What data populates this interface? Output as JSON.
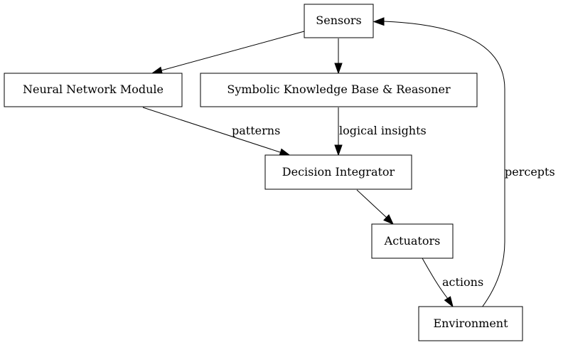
{
  "nodes": {
    "sensors": "Sensors",
    "neural_network_module": "Neural Network Module",
    "symbolic_kb_reasoner": "Symbolic Knowledge Base & Reasoner",
    "decision_integrator": "Decision Integrator",
    "actuators": "Actuators",
    "environment": "Environment"
  },
  "edges": [
    {
      "from": "sensors",
      "to": "neural_network_module",
      "label": ""
    },
    {
      "from": "sensors",
      "to": "symbolic_kb_reasoner",
      "label": ""
    },
    {
      "from": "neural_network_module",
      "to": "decision_integrator",
      "label": "patterns"
    },
    {
      "from": "symbolic_kb_reasoner",
      "to": "decision_integrator",
      "label": "logical insights"
    },
    {
      "from": "decision_integrator",
      "to": "actuators",
      "label": ""
    },
    {
      "from": "actuators",
      "to": "environment",
      "label": "actions"
    },
    {
      "from": "environment",
      "to": "sensors",
      "label": "percepts"
    }
  ],
  "edge_labels": {
    "patterns": "patterns",
    "logical_insights": "logical insights",
    "actions": "actions",
    "percepts": "percepts"
  }
}
